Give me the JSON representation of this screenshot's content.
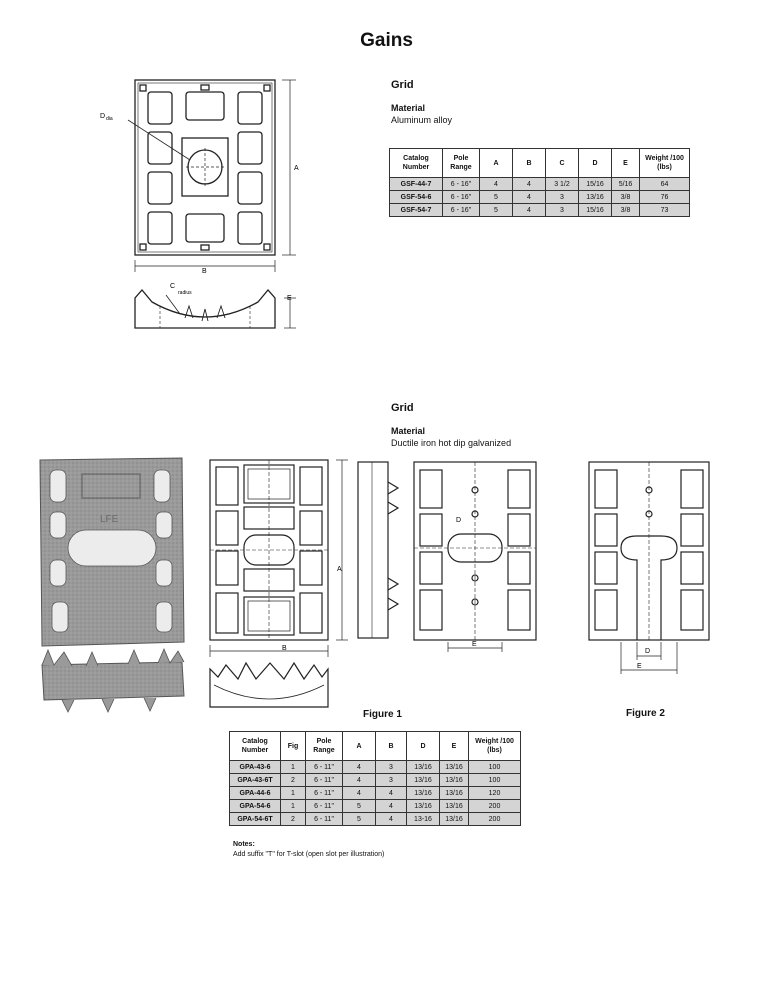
{
  "page": {
    "title": "Gains"
  },
  "section1": {
    "heading": "Grid",
    "material_label": "Material",
    "material_value": "Aluminum alloy",
    "drawing_labels": {
      "d": "D",
      "d_sub": "dia",
      "a": "A",
      "b": "B",
      "c": "C",
      "c_sub": "radius",
      "e": "E"
    },
    "table": {
      "headers": [
        "Catalog Number",
        "Pole Range",
        "A",
        "B",
        "C",
        "D",
        "E",
        "Weight /100 (lbs)"
      ],
      "rows": [
        [
          "GSF-44-7",
          "6 - 16\"",
          "4",
          "4",
          "3 1/2",
          "15/16",
          "5/16",
          "64"
        ],
        [
          "GSF-54-6",
          "6 - 16\"",
          "5",
          "4",
          "3",
          "13/16",
          "3/8",
          "76"
        ],
        [
          "GSF-54-7",
          "6 - 16\"",
          "5",
          "4",
          "3",
          "15/16",
          "3/8",
          "73"
        ]
      ]
    }
  },
  "section2": {
    "heading": "Grid",
    "material_label": "Material",
    "material_value": "Ductile iron hot dip galvanized",
    "drawing_labels": {
      "a": "A",
      "b": "B",
      "d": "D",
      "e": "E",
      "photo_mark": "LFE"
    },
    "figure1_label": "Figure 1",
    "figure2_label": "Figure 2",
    "table": {
      "headers": [
        "Catalog Number",
        "Fig",
        "Pole Range",
        "A",
        "B",
        "D",
        "E",
        "Weight /100 (lbs)"
      ],
      "rows": [
        [
          "GPA-43-6",
          "1",
          "6 - 11\"",
          "4",
          "3",
          "13/16",
          "13/16",
          "100"
        ],
        [
          "GPA-43-6T",
          "2",
          "6 - 11\"",
          "4",
          "3",
          "13/16",
          "13/16",
          "100"
        ],
        [
          "GPA-44-6",
          "1",
          "6 - 11\"",
          "4",
          "4",
          "13/16",
          "13/16",
          "120"
        ],
        [
          "GPA-54-6",
          "1",
          "6 - 11\"",
          "5",
          "4",
          "13/16",
          "13/16",
          "200"
        ],
        [
          "GPA-54-6T",
          "2",
          "6 - 11\"",
          "5",
          "4",
          "13-16",
          "13/16",
          "200"
        ]
      ]
    },
    "notes_label": "Notes:",
    "notes_text": "Add suffix \"T\" for T-slot (open slot per illustration)"
  }
}
